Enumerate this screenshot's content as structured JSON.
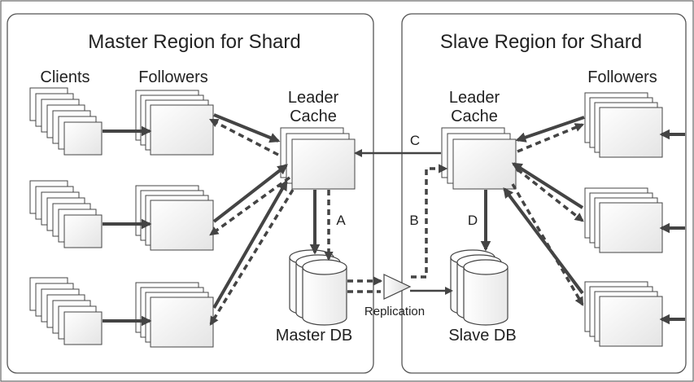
{
  "regions": {
    "master_title": "Master Region for Shard",
    "slave_title": "Slave Region for Shard"
  },
  "labels": {
    "clients": "Clients",
    "followers_master": "Followers",
    "followers_slave": "Followers",
    "leader_cache_master_1": "Leader",
    "leader_cache_master_2": "Cache",
    "leader_cache_slave_1": "Leader",
    "leader_cache_slave_2": "Cache",
    "master_db": "Master DB",
    "slave_db": "Slave DB",
    "replication": "Replication"
  },
  "arrow_labels": {
    "a": "A",
    "b": "B",
    "c": "C",
    "d": "D"
  },
  "colors": {
    "stroke": "#444444",
    "card_fill_top": "#ffffff",
    "card_fill_bottom": "#e6e6e6"
  }
}
